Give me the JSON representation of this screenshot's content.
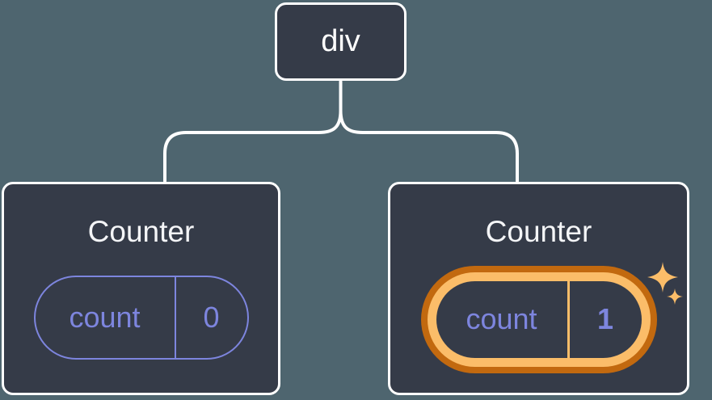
{
  "tree": {
    "root": {
      "label": "div"
    },
    "children": [
      {
        "title": "Counter",
        "state": {
          "key": "count",
          "value": "0"
        },
        "highlighted": false
      },
      {
        "title": "Counter",
        "state": {
          "key": "count",
          "value": "1"
        },
        "highlighted": true
      }
    ]
  },
  "colors": {
    "bg": "#4e656f",
    "node-fill": "#353b48",
    "node-border": "#ffffff",
    "purple": "#7d85de",
    "orange-dark": "#c2690f",
    "orange-light": "#fbbd69",
    "title-color": "#f4f5f7"
  }
}
